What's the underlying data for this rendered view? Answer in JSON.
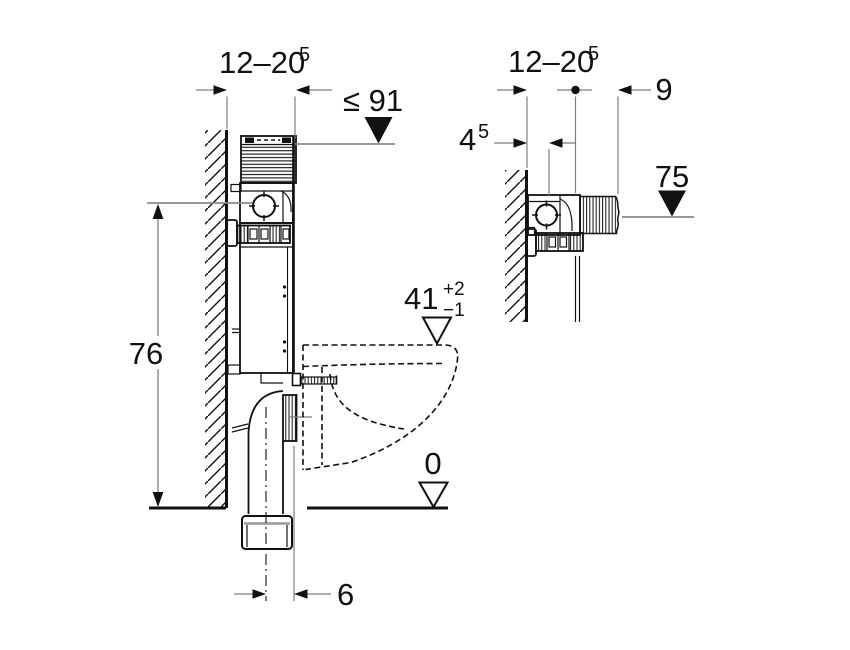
{
  "diagram": {
    "background": "#ffffff",
    "line_color": "#111111",
    "dim_line_color": "#7e7e7e",
    "level_line_color": "#8a8a8a",
    "left_view": {
      "depth_range": {
        "main": "12–20",
        "sup": "5"
      },
      "max_height": "≤ 91",
      "supply_height": "76",
      "bowl_height": {
        "main": "41",
        "sup": "+2",
        "sub": "−1"
      },
      "floor_level": "0",
      "drain_offset": "6"
    },
    "right_view": {
      "depth_range": {
        "main": "12–20",
        "sup": "5"
      },
      "wall_offset": {
        "main": "4",
        "sup": "5"
      },
      "box_depth": "9",
      "section_height": "75"
    }
  }
}
